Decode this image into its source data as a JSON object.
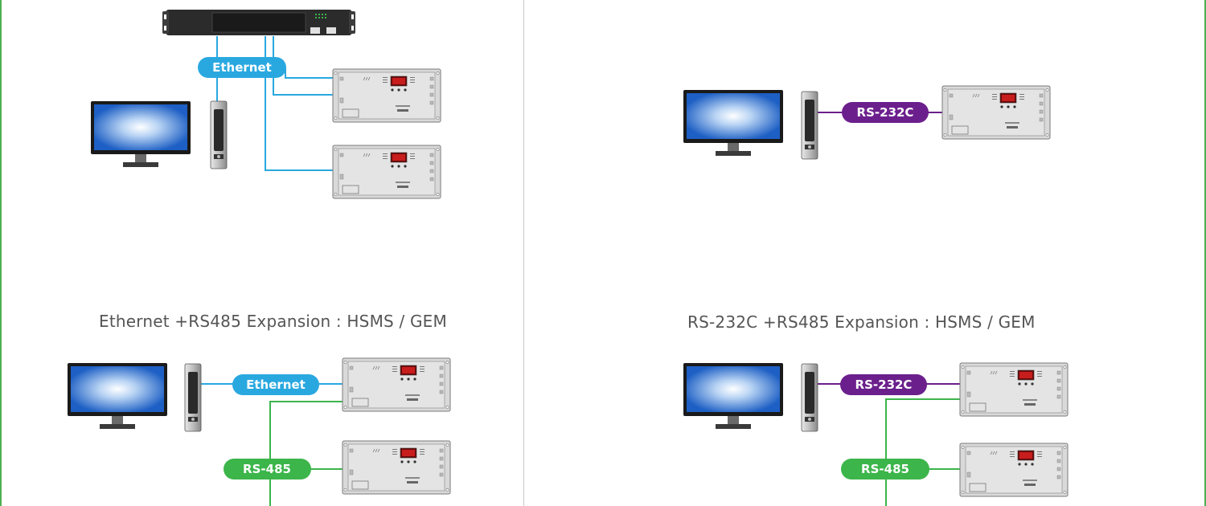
{
  "captions": {
    "bottom_left": "Ethernet +RS485 Expansion : HSMS / GEM",
    "bottom_right": "RS-232C +RS485 Expansion : HSMS / GEM"
  },
  "labels": {
    "ethernet": "Ethernet",
    "rs232c": "RS-232C",
    "rs485": "RS-485"
  },
  "colors": {
    "ethernet": "#29a8e0",
    "rs232c": "#6b1f8c",
    "rs485": "#3cb54a",
    "frame": "#4caf50"
  }
}
